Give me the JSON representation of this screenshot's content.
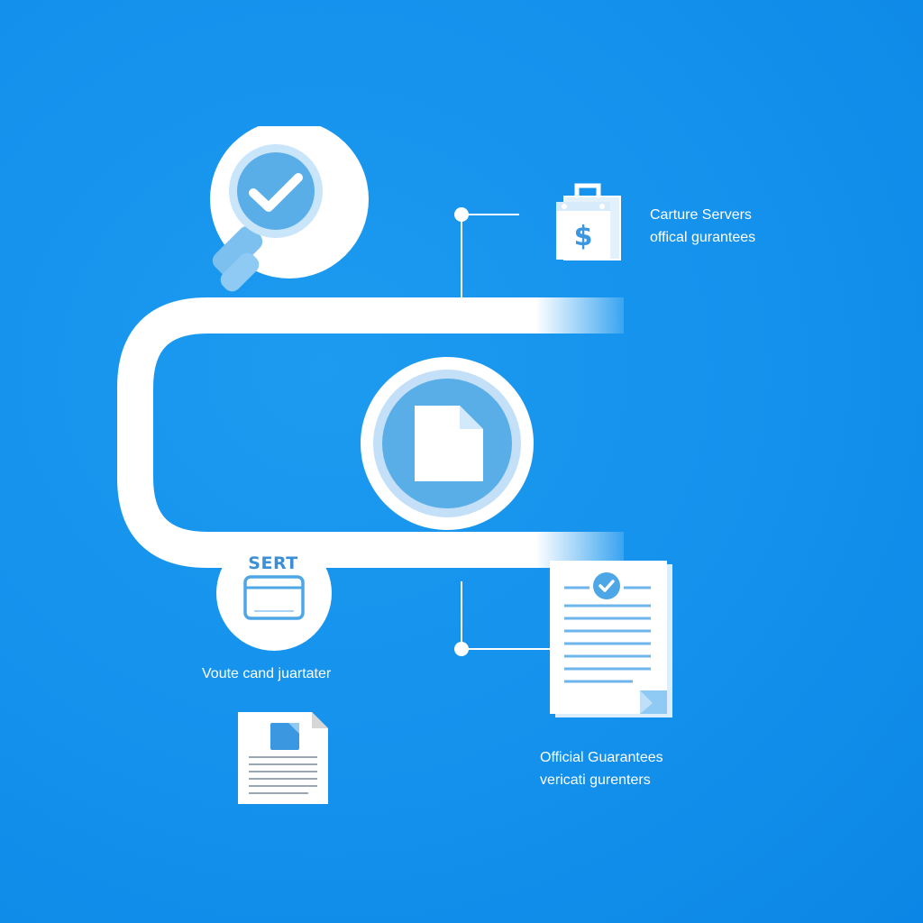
{
  "captions": {
    "top_right": {
      "line1": "Carture Servers",
      "line2": "offical gurantees"
    },
    "bottom_left": {
      "line1": "Voute cand juartater"
    },
    "bottom_right": {
      "line1": "Official Guarantees",
      "line2": "vericati gurenters"
    }
  },
  "badge": {
    "label": "SERT"
  },
  "icons": {
    "search": "magnifier-check-icon",
    "center": "document-icon",
    "shopping": "shopping-bag-dollar-icon",
    "certificate": "calendar-certificate-icon",
    "report": "checked-report-document-icon",
    "small_doc": "small-document-icon"
  },
  "colors": {
    "background": "#1391ec",
    "path": "#ffffff",
    "icon_blue": "#5aaee8",
    "icon_light": "#a9d4f5"
  }
}
